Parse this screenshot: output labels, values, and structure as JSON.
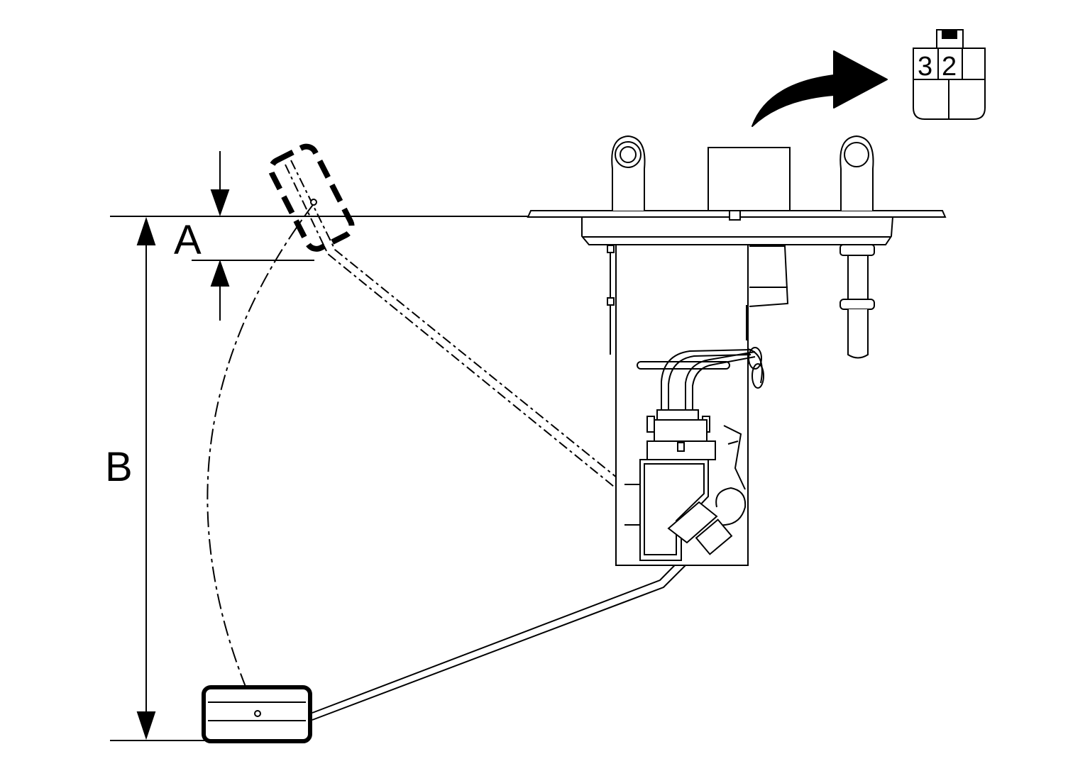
{
  "dimensions": {
    "a_label": "A",
    "b_label": "B"
  },
  "connector": {
    "pin_left": "3",
    "pin_right": "2"
  },
  "colors": {
    "stroke": "#000000",
    "background": "#ffffff",
    "float_fill": "#ffffff"
  }
}
